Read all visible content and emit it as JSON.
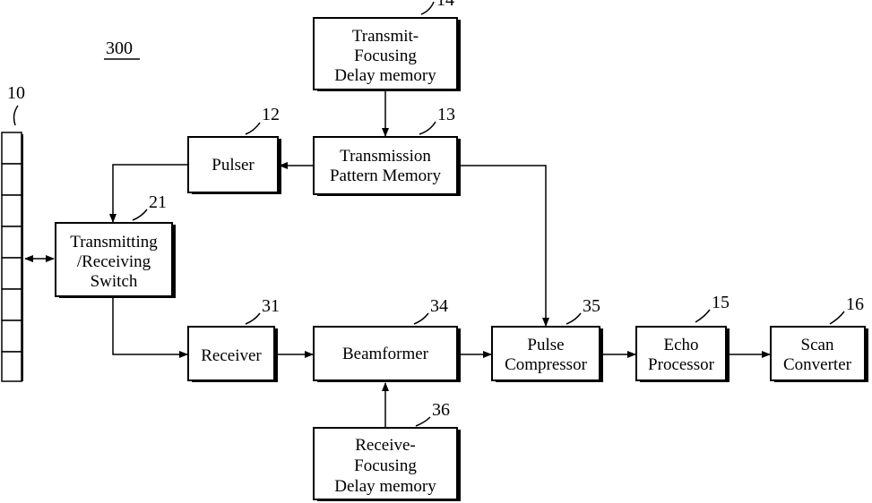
{
  "figure_label": "300",
  "array_ref": "10",
  "blocks": {
    "transmit_focusing": {
      "lines": [
        "Transmit-",
        "Focusing",
        "Delay memory"
      ],
      "ref": "14"
    },
    "transmission_pattern": {
      "lines": [
        "Transmission",
        "Pattern Memory"
      ],
      "ref": "13"
    },
    "pulser": {
      "lines": [
        "Pulser"
      ],
      "ref": "12"
    },
    "tr_switch": {
      "lines": [
        "Transmitting",
        "/Receiving",
        "Switch"
      ],
      "ref": "21"
    },
    "receiver": {
      "lines": [
        "Receiver"
      ],
      "ref": "31"
    },
    "beamformer": {
      "lines": [
        "Beamformer"
      ],
      "ref": "34"
    },
    "pulse_compressor": {
      "lines": [
        "Pulse",
        "Compressor"
      ],
      "ref": "35"
    },
    "echo_processor": {
      "lines": [
        "Echo",
        "Processor"
      ],
      "ref": "15"
    },
    "scan_converter": {
      "lines": [
        "Scan",
        "Converter"
      ],
      "ref": "16"
    },
    "receive_focusing": {
      "lines": [
        "Receive-",
        "Focusing",
        "Delay memory"
      ],
      "ref": "36"
    }
  }
}
